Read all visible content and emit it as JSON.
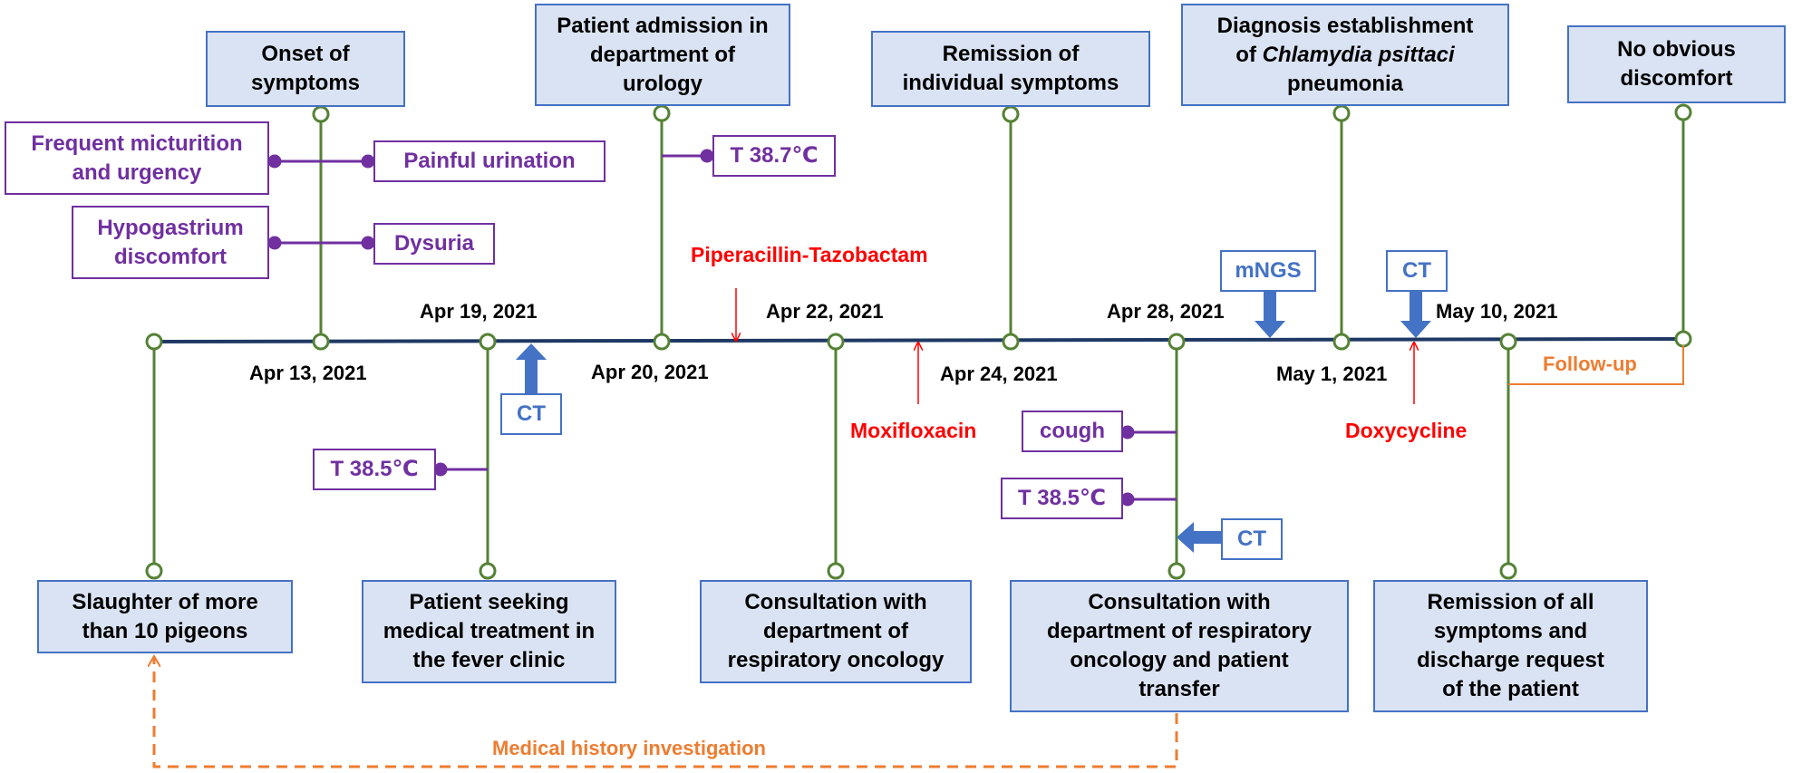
{
  "events_top": {
    "onset": "Onset of symptoms",
    "admission": "Patient admission in department of urology",
    "remission_individual": "Remission of individual symptoms",
    "diagnosis_line1": "Diagnosis establishment",
    "diagnosis_of": "of",
    "diagnosis_pathogen": "Chlamydia psittaci",
    "diagnosis_line3": "pneumonia",
    "no_discomfort": "No obvious discomfort"
  },
  "events_bottom": {
    "slaughter": "Slaughter of more than 10 pigeons",
    "fever_clinic": "Patient seeking medical treatment in the fever clinic",
    "consult_resp": "Consultation with department of respiratory oncology",
    "consult_transfer": "Consultation with department of respiratory oncology and patient transfer",
    "remission_all": "Remission of all symptoms and discharge request of the patient"
  },
  "symptoms": {
    "frequent": "Frequent micturition and urgency",
    "painful": "Painful urination",
    "hypogastrium": "Hypogastrium discomfort",
    "dysuria": "Dysuria",
    "temp_apr20": "T 38.7℃",
    "temp_apr19": "T 38.5℃",
    "cough": "cough",
    "temp_apr28": "T 38.5℃"
  },
  "exams": {
    "ct_apr19": "CT",
    "mngs": "mNGS",
    "ct_may1": "CT",
    "ct_apr28": "CT"
  },
  "dates": {
    "apr13": "Apr 13, 2021",
    "apr19": "Apr 19, 2021",
    "apr20": "Apr 20, 2021",
    "apr22": "Apr 22, 2021",
    "apr24": "Apr 24, 2021",
    "apr28": "Apr 28, 2021",
    "may1": "May 1, 2021",
    "may10": "May 10, 2021"
  },
  "drugs": {
    "pip_tazo": "Piperacillin-Tazobactam",
    "moxifloxacin": "Moxifloxacin",
    "doxycycline": "Doxycycline"
  },
  "annotations": {
    "follow_up": "Follow-up",
    "history": "Medical history investigation"
  },
  "colors": {
    "timeline": "#1f3864",
    "stem": "#548235",
    "event_fill": "#dae3f3",
    "event_border": "#4472c4",
    "symptom": "#7030a0",
    "drug": "#ff0000",
    "exam_arrow": "#4472c4",
    "annotation": "#ed7d31"
  }
}
